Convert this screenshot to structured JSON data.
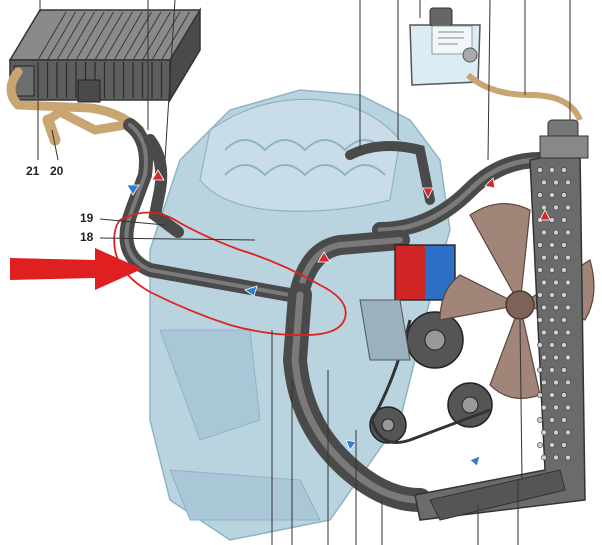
{
  "callouts": [
    {
      "id": "21",
      "text": "21"
    },
    {
      "id": "20",
      "text": "20"
    },
    {
      "id": "19",
      "text": "19"
    },
    {
      "id": "18",
      "text": "18"
    }
  ],
  "colors": {
    "engine": "#b9d3df",
    "engine_dark": "#8fb4c6",
    "hose": "#4a4a4a",
    "hose_highlight": "#7a7a7a",
    "pipe": "#c9a572",
    "radiator": "#6b6b6b",
    "fan": "#a08578",
    "annotation_red": "#e02020",
    "flow_blue": "#2f7fd1",
    "flow_red": "#d42a2a",
    "thermostat_blue": "#2c6fc4",
    "thermostat_red": "#d02525",
    "tank": "#dcecf3",
    "leader": "#333333"
  }
}
